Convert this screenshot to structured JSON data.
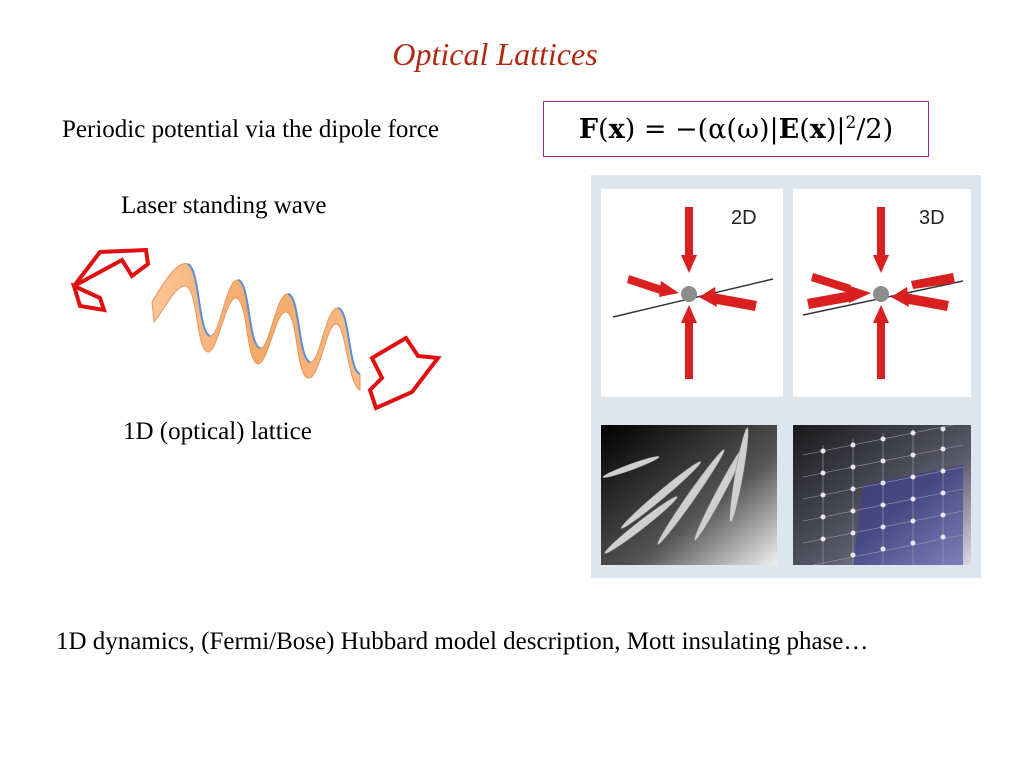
{
  "slide": {
    "title": "Optical Lattices",
    "periodic_text": "Periodic potential via the dipole force",
    "standing_wave_label": "Laser standing wave",
    "lattice_label": "1D (optical) lattice",
    "bottom_text": "1D dynamics, (Fermi/Bose) Hubbard model description, Mott insulating phase…"
  },
  "formula": {
    "lhs": "F(x)",
    "rhs": "= −(α(ω)|E(x)|²/2)"
  },
  "panels": {
    "label_2d": "2D",
    "label_3d": "3D"
  },
  "colors": {
    "title": "#b02a12",
    "formula_border": "#9b2c8e",
    "arrow_outline": "#e01010",
    "wave_fill": "#f4b07a",
    "laser_arrow": "#d91f1f"
  }
}
